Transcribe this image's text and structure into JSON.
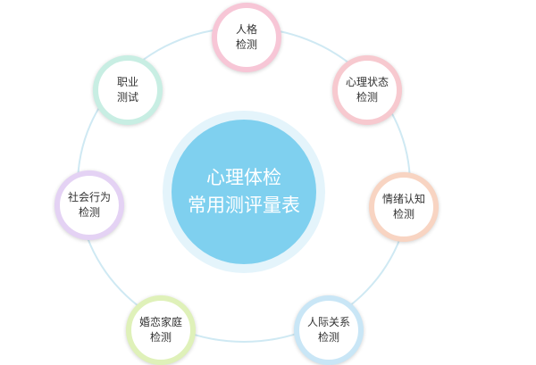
{
  "center": {
    "line1": "心理体检",
    "line2": "常用测评量表"
  },
  "nodes": [
    {
      "line1": "人格",
      "line2": "检测",
      "color": "#f7c6d6"
    },
    {
      "line1": "心理状态",
      "line2": "检测",
      "color": "#f7c9cf"
    },
    {
      "line1": "情绪认知",
      "line2": "检测",
      "color": "#f8d4c2"
    },
    {
      "line1": "人际关系",
      "line2": "检测",
      "color": "#c9e6f6"
    },
    {
      "line1": "婚恋家庭",
      "line2": "检测",
      "color": "#dff1b9"
    },
    {
      "line1": "社会行为",
      "line2": "检测",
      "color": "#e4d2f4"
    },
    {
      "line1": "职业",
      "line2": "测试",
      "color": "#c8eee3"
    }
  ]
}
